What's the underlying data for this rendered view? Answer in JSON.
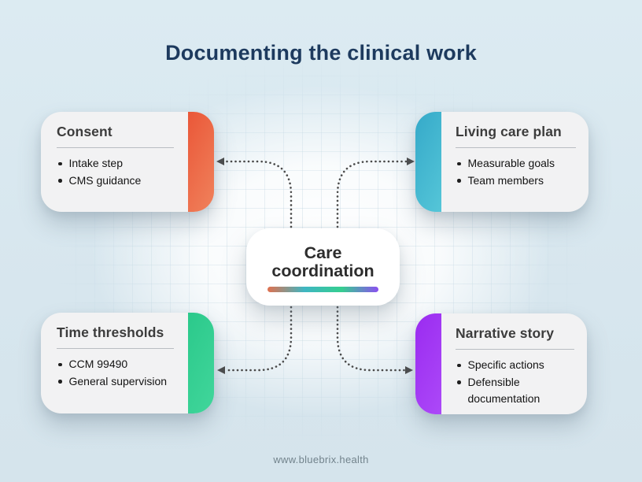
{
  "title": "Documenting the clinical work",
  "footer": "www.bluebrix.health",
  "center": {
    "label": "Care\ncoordination",
    "underline_gradient": [
      "#E0714F",
      "#3FB6C2",
      "#35CE90",
      "#8B50F0"
    ]
  },
  "cards": [
    {
      "id": "consent",
      "title": "Consent",
      "bullets": [
        "Intake step",
        "CMS guidance"
      ],
      "accent": {
        "from": "#EA5738",
        "to": "#F0825C",
        "side": "right"
      }
    },
    {
      "id": "living-care-plan",
      "title": "Living care plan",
      "bullets": [
        "Measurable goals",
        "Team members"
      ],
      "accent": {
        "from": "#35A9C9",
        "to": "#55C6D8",
        "side": "left"
      }
    },
    {
      "id": "time-thresholds",
      "title": "Time thresholds",
      "bullets": [
        "CCM 99490",
        "General supervision"
      ],
      "accent": {
        "from": "#2BC98B",
        "to": "#41D69B",
        "side": "right"
      }
    },
    {
      "id": "narrative-story",
      "title": "Narrative story",
      "bullets": [
        "Specific actions",
        "Defensible documentation"
      ],
      "accent": {
        "from": "#9A2BF0",
        "to": "#AC49F8",
        "side": "left"
      }
    }
  ],
  "colors": {
    "background": "#D9E8EF",
    "card_background": "#F2F2F3",
    "title_text": "#1D3A5E",
    "heading_text": "#3C3C3C",
    "bullet_text": "#131313",
    "connector": "#4A4A4A",
    "footer_text": "#72838C"
  }
}
